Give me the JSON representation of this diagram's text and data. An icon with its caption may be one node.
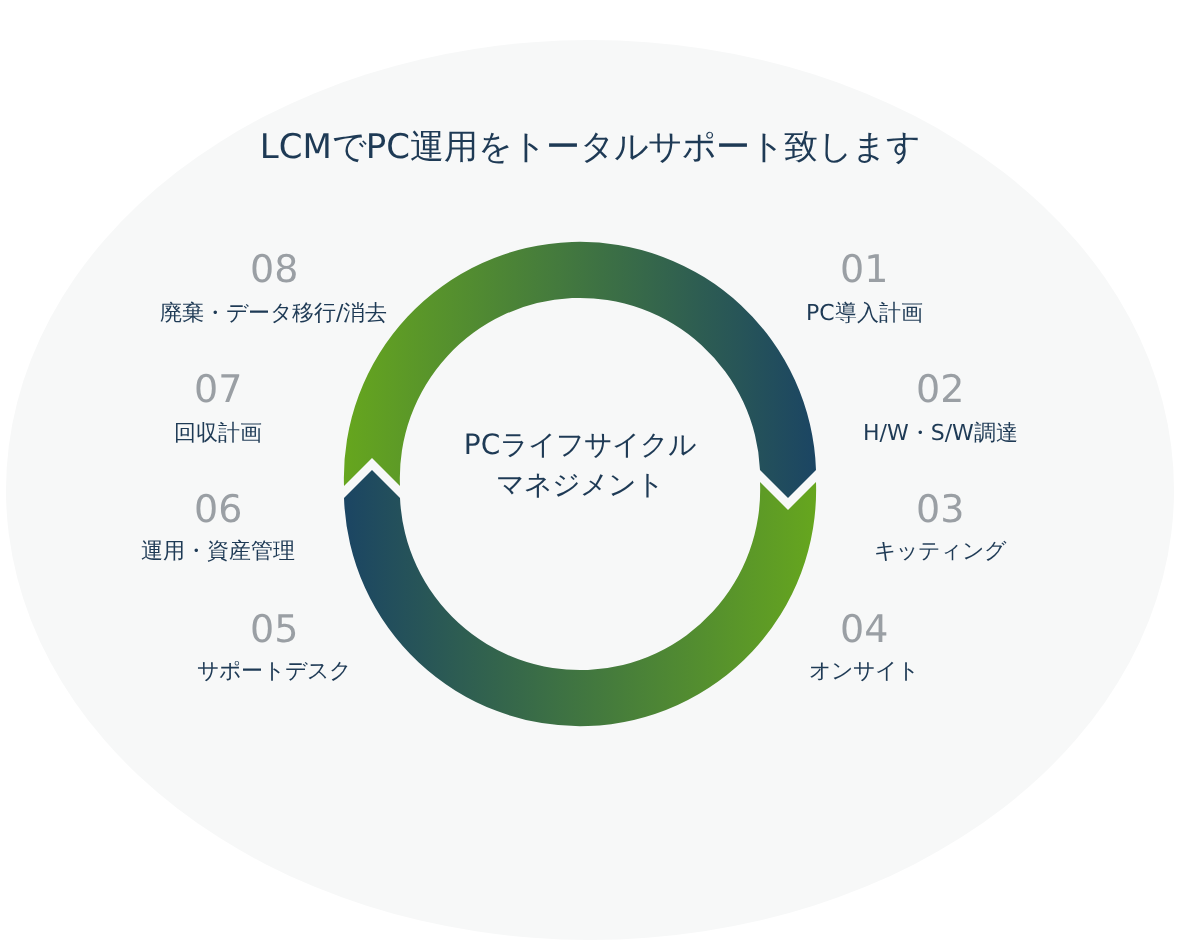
{
  "diagram": {
    "title": "LCMでPC運用をトータルサポート致します",
    "nodes": [
      {
        "text": [
          "PCライフサイクルマネジメント"
        ]
      }
    ],
    "labels": [
      "08",
      "廃棄・データ移行/消去",
      "01",
      "PC導入計画",
      "07",
      "回収計画",
      "02",
      "H/W・S/W調達",
      "06",
      "運用・資産管理",
      "03",
      "キッティング",
      "05",
      "サポートデスク",
      "04",
      "オンサイト"
    ]
  }
}
